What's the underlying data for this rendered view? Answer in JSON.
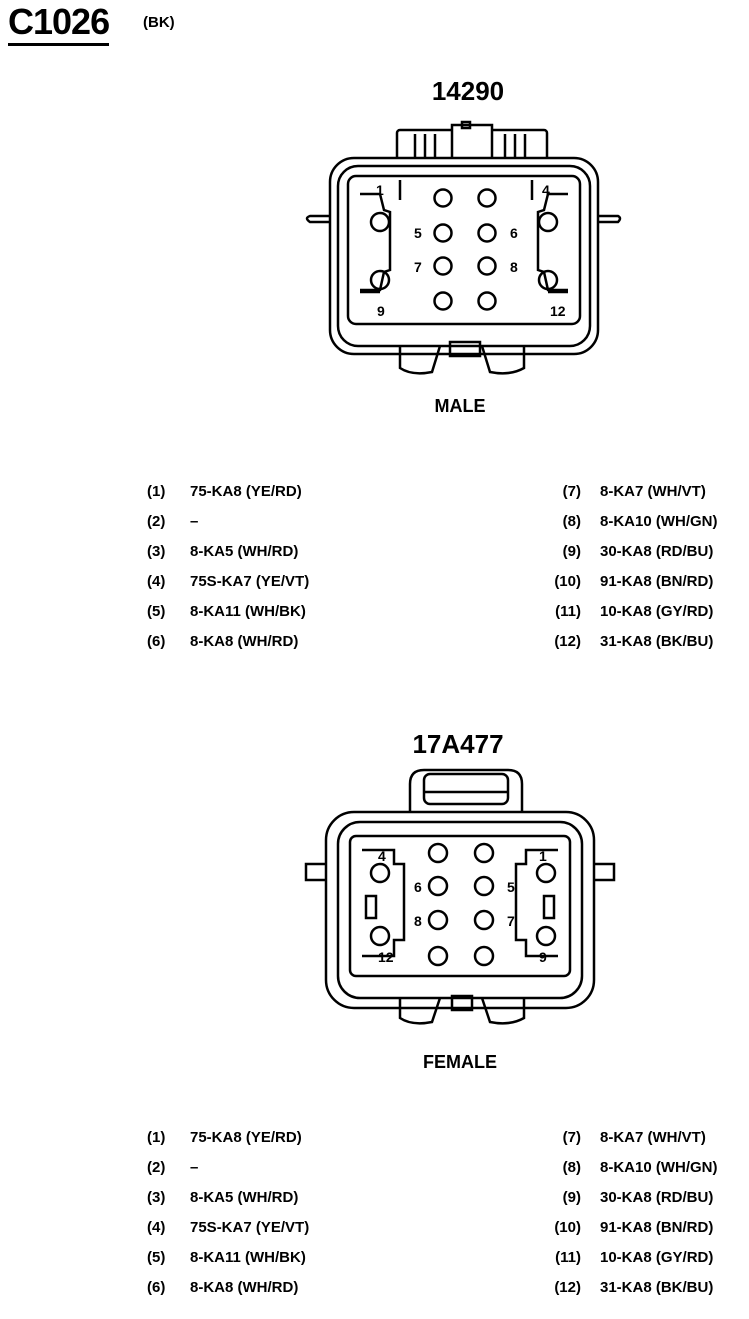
{
  "header": {
    "connector_id": "C1026",
    "color": "(BK)"
  },
  "views": [
    {
      "part_number": "14290",
      "gender_label": "MALE",
      "pins": [
        {
          "pin": "(1)",
          "wire": "75-KA8 (YE/RD)"
        },
        {
          "pin": "(2)",
          "wire": "–"
        },
        {
          "pin": "(3)",
          "wire": "8-KA5 (WH/RD)"
        },
        {
          "pin": "(4)",
          "wire": "75S-KA7 (YE/VT)"
        },
        {
          "pin": "(5)",
          "wire": "8-KA11 (WH/BK)"
        },
        {
          "pin": "(6)",
          "wire": "8-KA8 (WH/RD)"
        },
        {
          "pin": "(7)",
          "wire": "8-KA7 (WH/VT)"
        },
        {
          "pin": "(8)",
          "wire": "8-KA10 (WH/GN)"
        },
        {
          "pin": "(9)",
          "wire": "30-KA8 (RD/BU)"
        },
        {
          "pin": "(10)",
          "wire": "91-KA8 (BN/RD)"
        },
        {
          "pin": "(11)",
          "wire": "10-KA8 (GY/RD)"
        },
        {
          "pin": "(12)",
          "wire": "31-KA8 (BK/BU)"
        }
      ],
      "cavity_labels": [
        "1",
        "4",
        "5",
        "6",
        "7",
        "8",
        "9",
        "12"
      ]
    },
    {
      "part_number": "17A477",
      "gender_label": "FEMALE",
      "pins": [
        {
          "pin": "(1)",
          "wire": "75-KA8 (YE/RD)"
        },
        {
          "pin": "(2)",
          "wire": "–"
        },
        {
          "pin": "(3)",
          "wire": "8-KA5 (WH/RD)"
        },
        {
          "pin": "(4)",
          "wire": "75S-KA7 (YE/VT)"
        },
        {
          "pin": "(5)",
          "wire": "8-KA11 (WH/BK)"
        },
        {
          "pin": "(6)",
          "wire": "8-KA8 (WH/RD)"
        },
        {
          "pin": "(7)",
          "wire": "8-KA7 (WH/VT)"
        },
        {
          "pin": "(8)",
          "wire": "8-KA10 (WH/GN)"
        },
        {
          "pin": "(9)",
          "wire": "30-KA8 (RD/BU)"
        },
        {
          "pin": "(10)",
          "wire": "91-KA8 (BN/RD)"
        },
        {
          "pin": "(11)",
          "wire": "10-KA8 (GY/RD)"
        },
        {
          "pin": "(12)",
          "wire": "31-KA8 (BK/BU)"
        }
      ],
      "cavity_labels": [
        "4",
        "1",
        "6",
        "5",
        "8",
        "7",
        "12",
        "9"
      ]
    }
  ]
}
